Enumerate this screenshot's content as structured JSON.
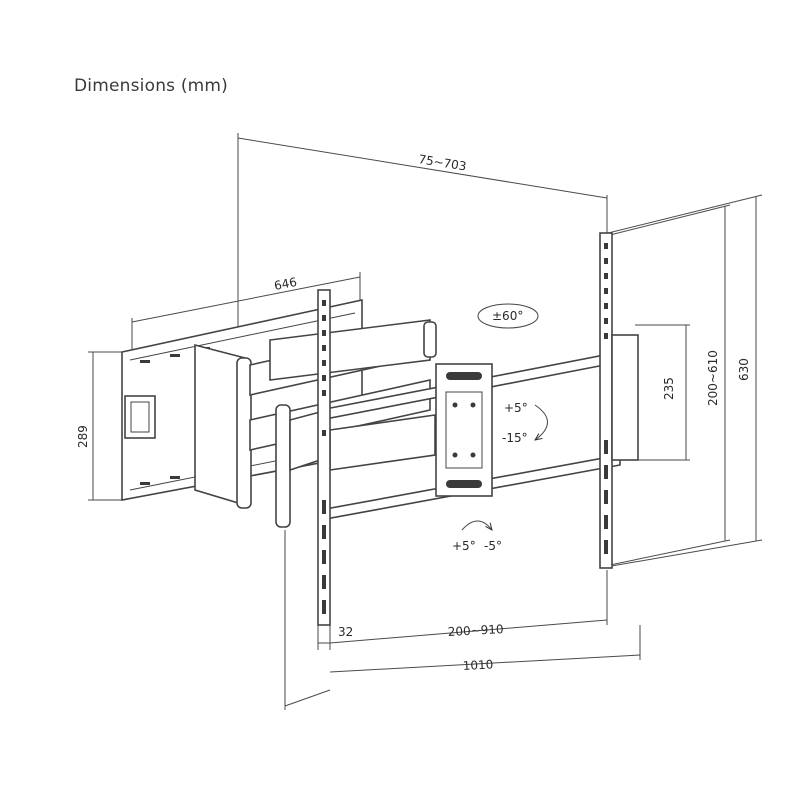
{
  "title": "Dimensions (mm)",
  "dimensions": {
    "wall_to_plate": "75~703",
    "plate_width": "646",
    "plate_height": "289",
    "vertical_spacing_small": "235",
    "vertical_spacing_range": "200~610",
    "arm_height": "630",
    "rail_width": "32",
    "horizontal_spacing": "200~910",
    "overall_width": "1010"
  },
  "adjustments": {
    "swivel": "±60°",
    "tilt_up": "+5°",
    "tilt_down": "-15°",
    "rotate_left": "+5°",
    "rotate_right": "-5°"
  }
}
